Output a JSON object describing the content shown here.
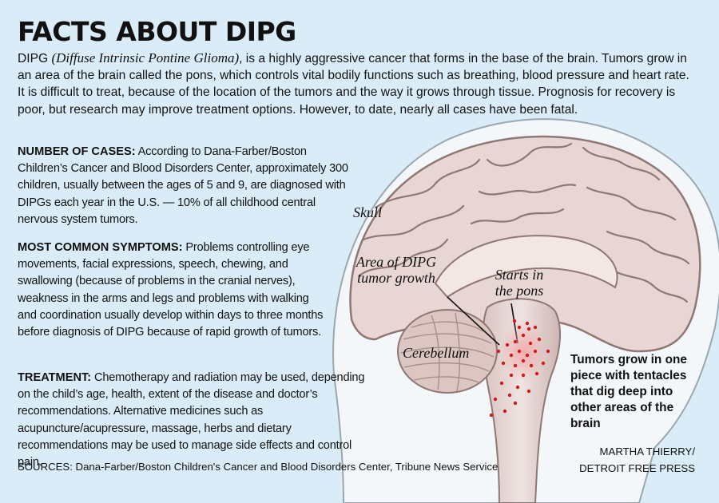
{
  "title": "FACTS ABOUT DIPG",
  "intro": {
    "lead": "DIPG",
    "abbr": "(Diffuse Intrinsic Pontine Glioma)",
    "text": ", is a highly aggressive cancer that forms in the base of the brain. Tumors grow in an area of the brain called the pons, which controls vital bodily functions such as breathing, blood pressure and heart rate. It is difficult to treat, because of the location of the tumors and the way it grows through tissue. Prognosis for recovery is poor, but research may improve treatment options. However, to date, nearly all cases have been fatal."
  },
  "sections": {
    "cases": {
      "heading": "NUMBER OF CASES:",
      "text": " According to Dana-Farber/Boston Children’s Cancer and Blood Disorders Center, approximately 300 children, usually between the ages of 5 and 9, are diagnosed with DIPGs each year in the U.S. — 10% of all childhood central nervous system tumors."
    },
    "symptoms": {
      "heading": "MOST COMMON SYMPTOMS:",
      "text": " Problems controlling eye movements, facial expressions, speech, chewing, and swallowing (because of problems in the cranial nerves), weakness in the arms and legs and problems with walking and coordination usually develop within days to three months before diagnosis of DIPG because of rapid growth of tumors."
    },
    "treatment": {
      "heading": "TREATMENT:",
      "text": " Chemotherapy and radiation may be used, depending on the child’s age, health, extent of the disease and doctor’s recommendations. Alternative medicines such as acupuncture/acupressure, massage, herbs and dietary recommendations may be used to manage side effects and control pain."
    }
  },
  "diagram": {
    "labels": {
      "skull": "Skull",
      "area": "Area of DIPG tumor growth",
      "pons": "Starts in the pons",
      "cerebellum": "Cerebellum"
    },
    "note": "Tumors grow in one piece with tentacles that dig deep into other areas of the brain",
    "colors": {
      "background": "#d9ecf7",
      "brain": "#e7d6d3",
      "brain_shadow": "#bfa9a6",
      "skull": "#f3f6f8",
      "tumor": "#d01a1f"
    }
  },
  "sources": "SOURCES: Dana-Farber/Boston Children's Cancer and Blood Disorders Center, Tribune News Service",
  "credit": {
    "line1": "MARTHA THIERRY/",
    "line2": "DETROIT FREE PRESS"
  }
}
